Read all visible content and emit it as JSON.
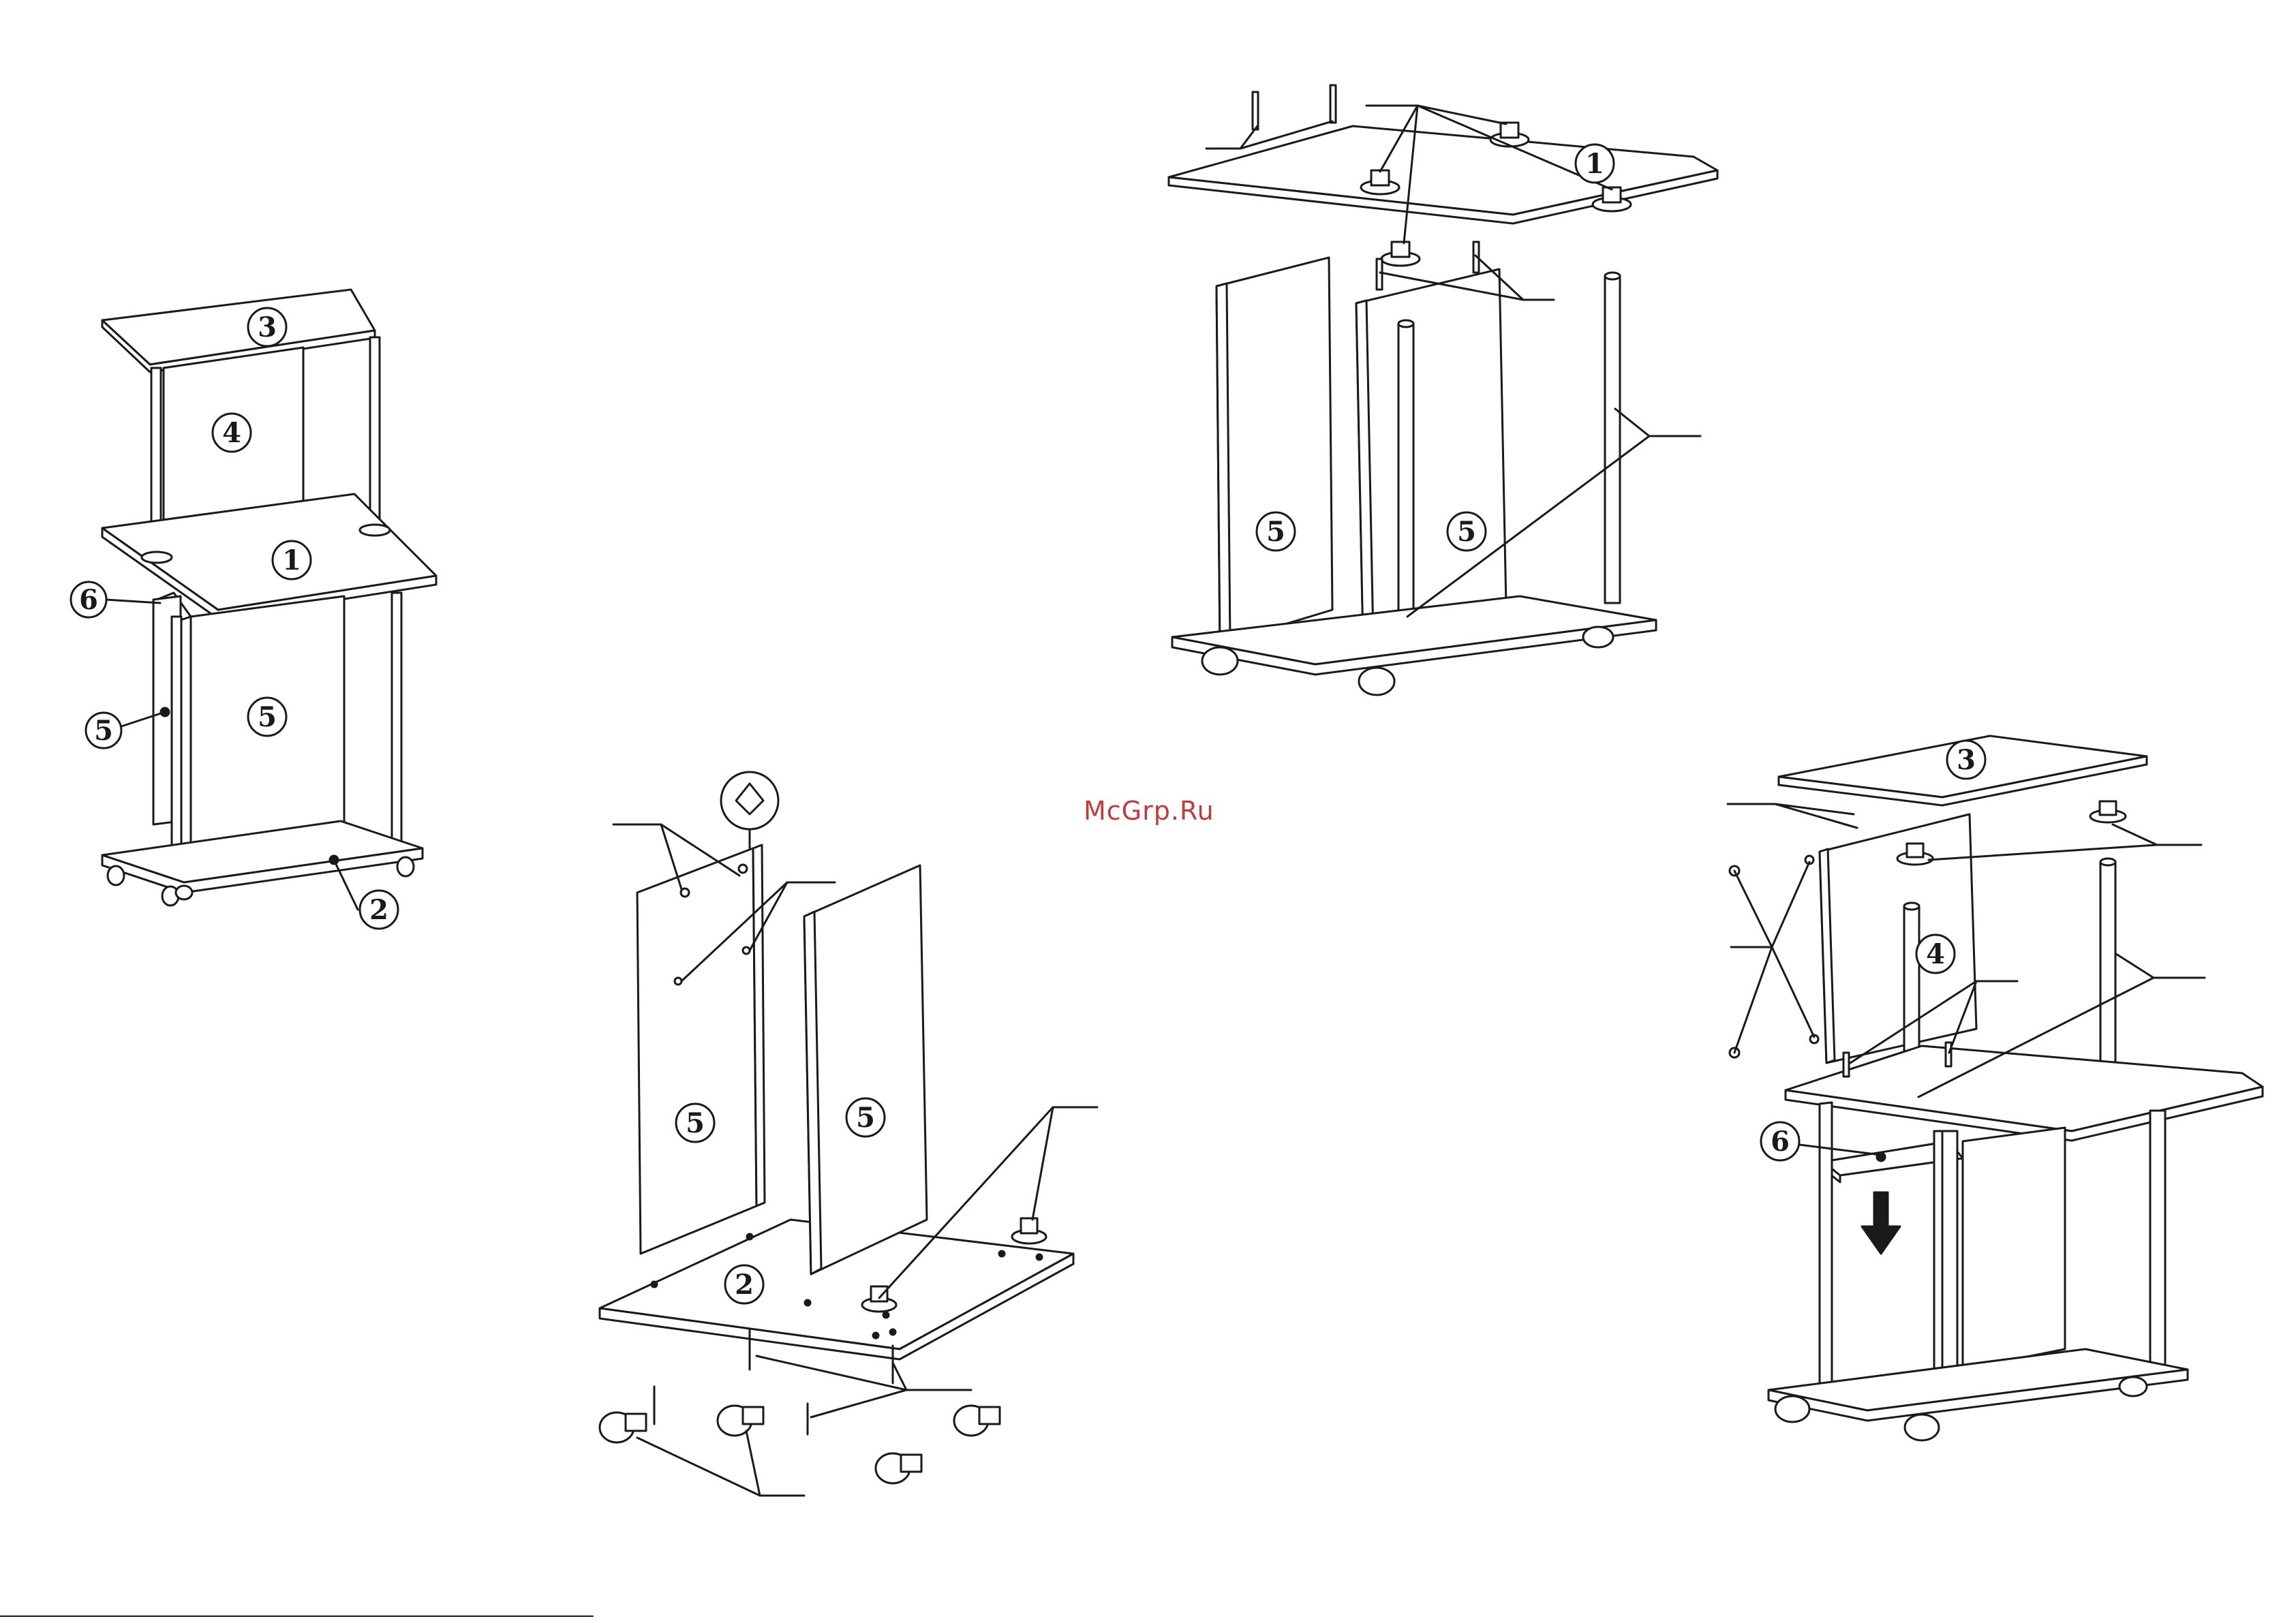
{
  "watermark": "McGrp.Ru",
  "part_labels": {
    "p1": "1",
    "p2": "2",
    "p3": "3",
    "p4": "4",
    "p5": "5",
    "p6": "6"
  }
}
